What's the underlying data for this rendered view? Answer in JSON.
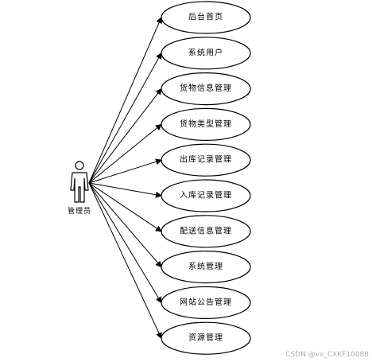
{
  "actor": {
    "label": "管理员"
  },
  "use_cases": [
    {
      "label": "后台首页"
    },
    {
      "label": "系统用户"
    },
    {
      "label": "货物信息管理"
    },
    {
      "label": "货物类型管理"
    },
    {
      "label": "出库记录管理"
    },
    {
      "label": "入库记录管理"
    },
    {
      "label": "配送信息管理"
    },
    {
      "label": "系统管理"
    },
    {
      "label": "网站公告管理"
    },
    {
      "label": "资源管理"
    }
  ],
  "watermark": "CSDN @vx_CXKF10088"
}
